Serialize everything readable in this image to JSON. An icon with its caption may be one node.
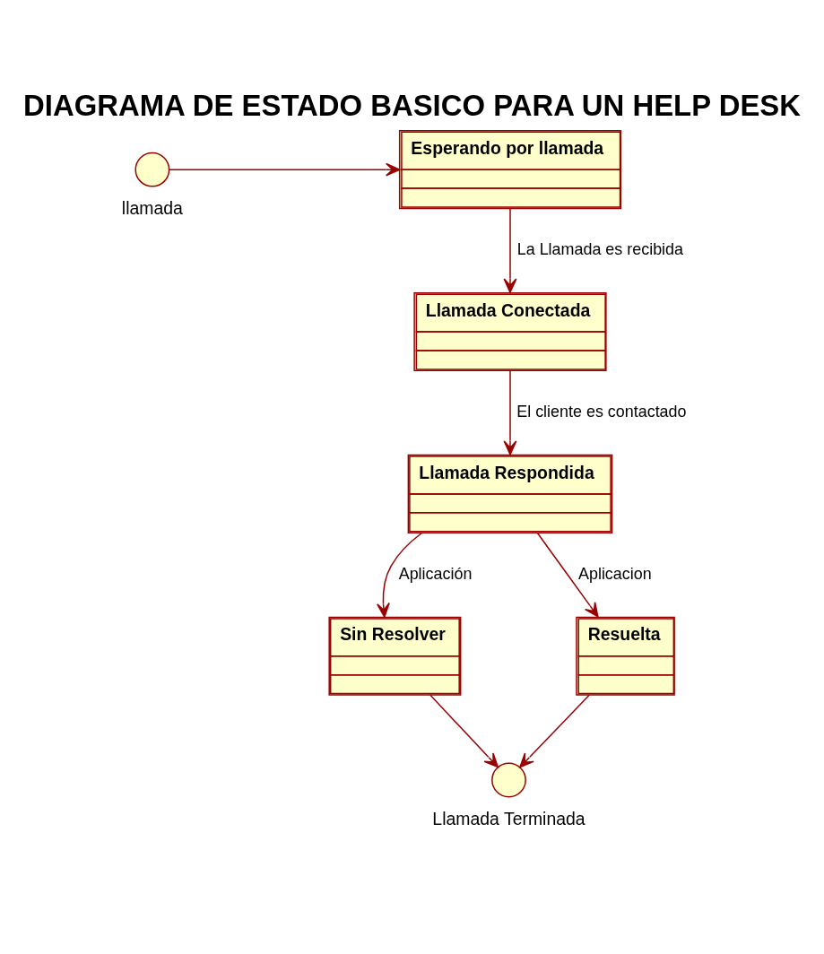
{
  "diagram": {
    "title": "DIAGRAMA DE ESTADO BASICO PARA UN HELP DESK",
    "nodes": [
      {
        "text": [
          "llamada"
        ]
      },
      {
        "text": [
          "Esperando por llamada"
        ]
      },
      {
        "text": [
          "Llamada Conectada"
        ]
      },
      {
        "text": [
          "Llamada Respondida"
        ]
      },
      {
        "text": [
          "Sin Resolver"
        ]
      },
      {
        "text": [
          "Resuelta"
        ]
      },
      {
        "text": [
          "Llamada Terminada"
        ]
      }
    ],
    "edges": [
      {
        "from": 0,
        "to": 1,
        "arrow": "to"
      },
      {
        "from": 1,
        "to": 2,
        "arrow": "to",
        "label": "La Llamada es recibida"
      },
      {
        "from": 2,
        "to": 3,
        "arrow": "to",
        "label": "El cliente es contactado"
      },
      {
        "from": 3,
        "to": 4,
        "arrow": "to",
        "label": "Aplicación"
      },
      {
        "from": 3,
        "to": 5,
        "arrow": "to",
        "label": "Aplicacion"
      },
      {
        "from": 4,
        "to": 6,
        "arrow": "to"
      },
      {
        "from": 5,
        "to": 6,
        "arrow": "to"
      }
    ]
  }
}
